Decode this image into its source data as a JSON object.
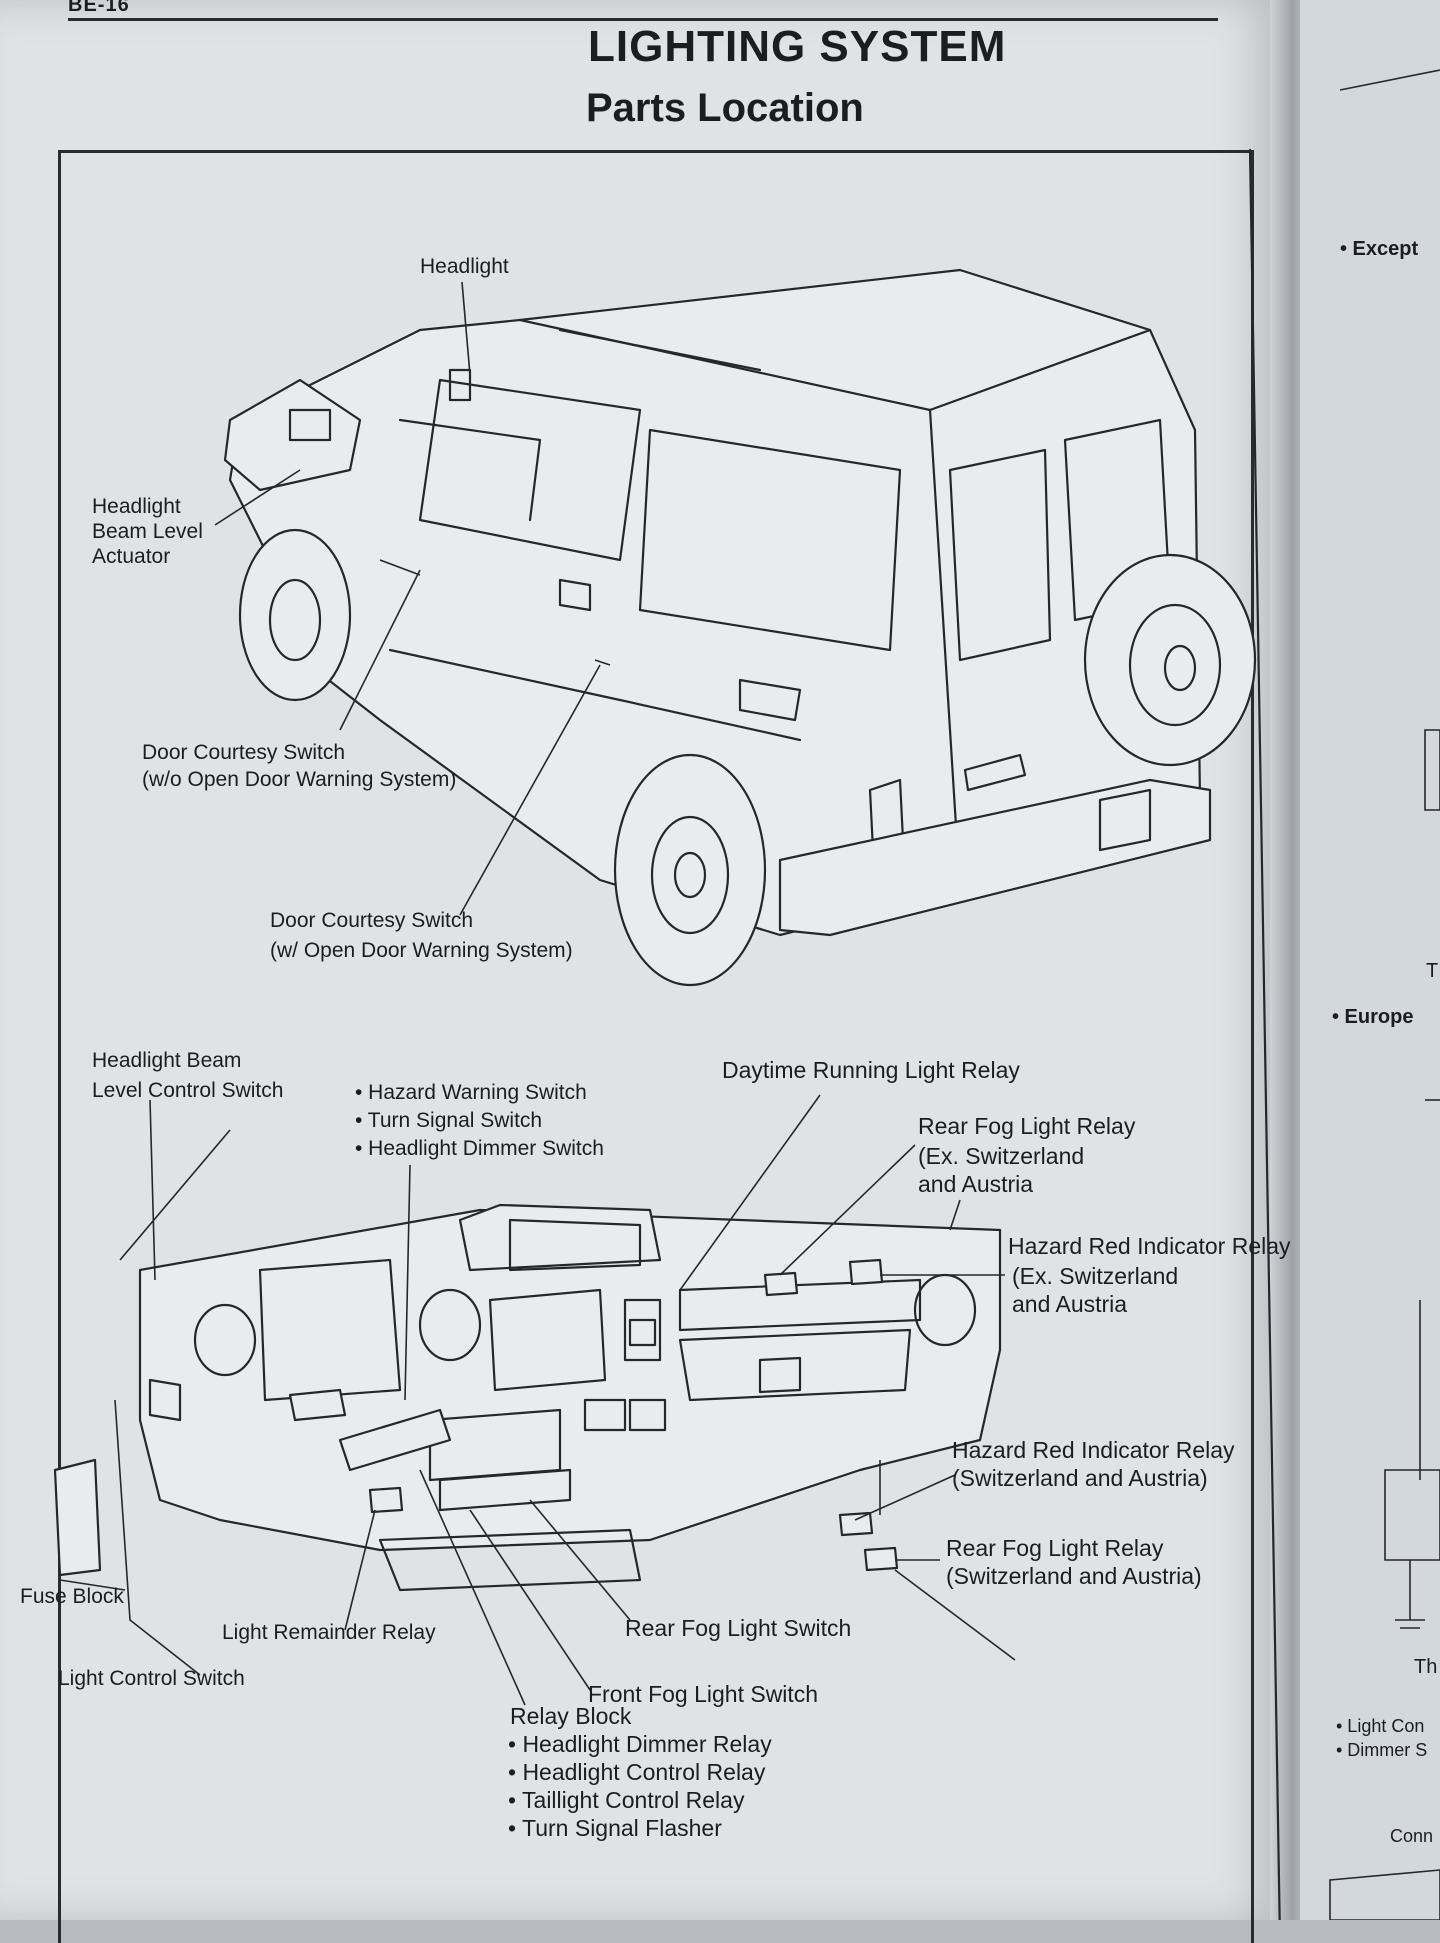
{
  "page_number": "BE-16",
  "title": "LIGHTING SYSTEM",
  "subtitle": "Parts Location",
  "vehicle_labels": {
    "headlight": "Headlight",
    "beam_level_actuator": [
      "Headlight",
      "Beam Level",
      "Actuator"
    ],
    "door_courtesy_wo": [
      "Door Courtesy Switch",
      "(w/o Open Door Warning System)"
    ],
    "door_courtesy_w": [
      "Door Courtesy Switch",
      "(w/ Open Door Warning System)"
    ]
  },
  "dash_labels": {
    "beam_level_control": [
      "Headlight Beam",
      "Level Control Switch"
    ],
    "switch_group": [
      "• Hazard Warning Switch",
      "• Turn Signal Switch",
      "• Headlight Dimmer Switch"
    ],
    "drl_relay": "Daytime Running Light Relay",
    "rear_fog_relay_ex": [
      "Rear Fog Light Relay",
      "(Ex. Switzerland",
      "and Austria"
    ],
    "hazard_relay_ex": [
      "Hazard Red Indicator Relay",
      "(Ex. Switzerland",
      "and Austria"
    ],
    "hazard_relay_sw": [
      "Hazard Red Indicator Relay",
      "(Switzerland and Austria)"
    ],
    "rear_fog_relay_sw": [
      "Rear Fog Light Relay",
      "(Switzerland and Austria)"
    ],
    "fuse_block": "Fuse Block",
    "light_remainder": "Light Remainder Relay",
    "light_control": "Light Control Switch",
    "rear_fog_switch": "Rear Fog Light Switch",
    "front_fog_switch": "Front Fog Light Switch",
    "relay_block": [
      "Relay Block",
      "• Headlight Dimmer Relay",
      "• Headlight Control Relay",
      "• Taillight Control Relay",
      "• Turn Signal Flasher"
    ]
  },
  "next_page": {
    "except": "• Except",
    "europe": "• Europe",
    "t": "T",
    "th": "Th",
    "light_con": "• Light Con",
    "dimmer_s": "• Dimmer S",
    "conn": "Conn"
  }
}
